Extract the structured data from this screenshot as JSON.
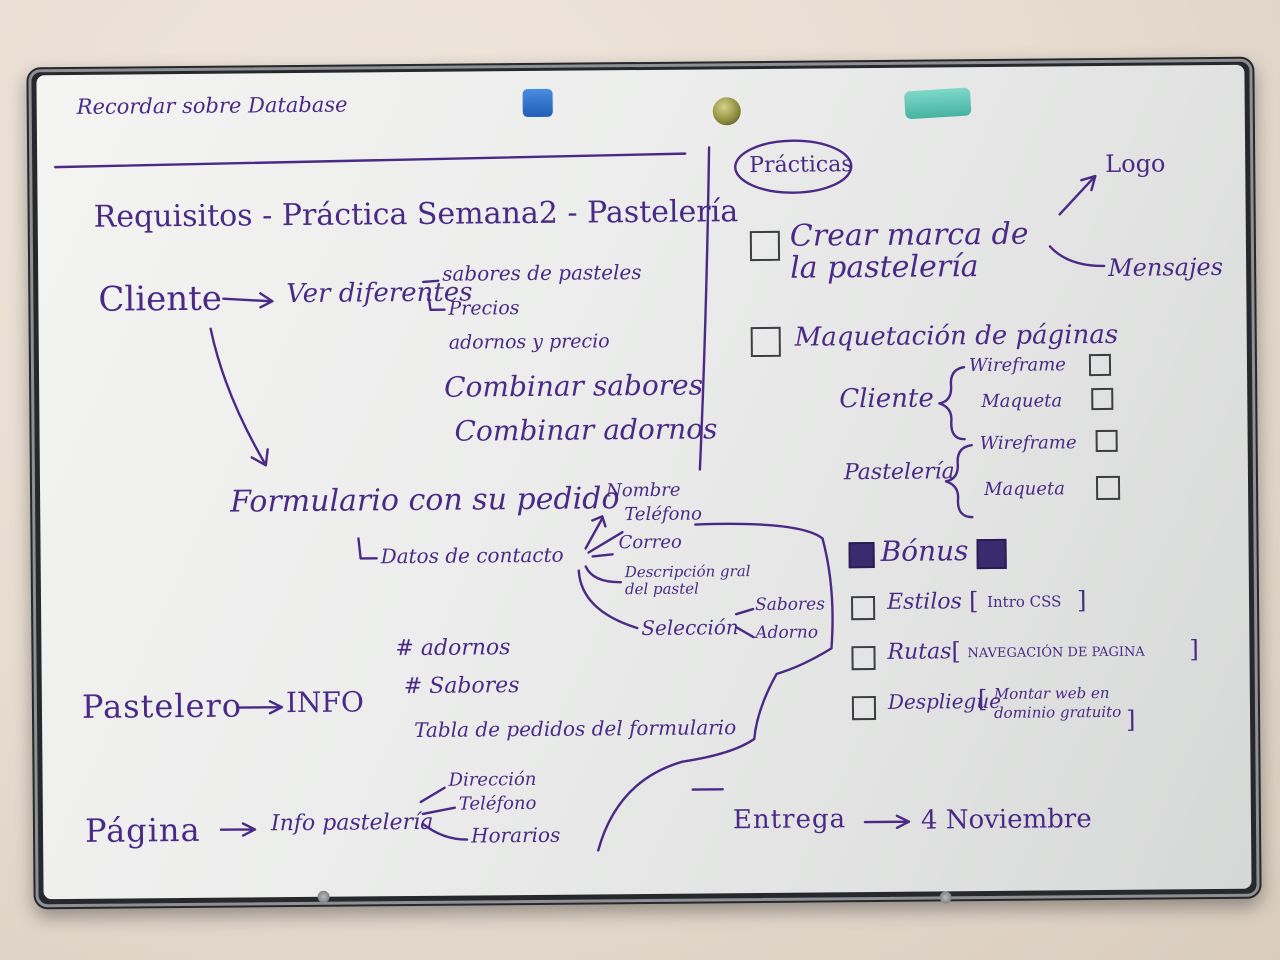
{
  "board": {
    "header_note": "Recordar sobre Database",
    "left": {
      "title": "Requisitos - Práctica Semana2 - Pastelería",
      "cliente": {
        "label": "Cliente",
        "ver": "Ver diferentes",
        "sabores": "sabores de pasteles",
        "precios": "Precios",
        "adornos": "adornos y precio",
        "combinar_sabores": "Combinar sabores",
        "combinar_adornos": "Combinar adornos"
      },
      "formulario": {
        "label": "Formulario con su pedido",
        "datos": "Datos de contacto",
        "nombre": "Nombre",
        "telefono": "Teléfono",
        "correo": "Correo",
        "descripcion": "Descripción gral del pastel",
        "seleccion": "Selección",
        "sel_sabores": "Sabores",
        "sel_adorno": "Adorno"
      },
      "pastelero": {
        "label": "Pastelero",
        "info": "INFO",
        "adornos": "# adornos",
        "sabores": "# Sabores",
        "tabla": "Tabla de pedidos del formulario"
      },
      "pagina": {
        "label": "Página",
        "info": "Info pastelería",
        "direccion": "Dirección",
        "telefono": "Teléfono",
        "horarios": "Horarios"
      }
    },
    "right": {
      "title": "Prácticas",
      "marca": "Crear marca de la pastelería",
      "logo": "Logo",
      "mensajes": "Mensajes",
      "maquetacion": "Maquetación de páginas",
      "cliente": "Cliente",
      "pasteleria": "Pastelería",
      "wireframe": "Wireframe",
      "maqueta": "Maqueta",
      "bonus": "Bónus",
      "estilos": "Estilos",
      "estilos_note": "Intro CSS",
      "rutas": "Rutas",
      "rutas_note": "NAVEGACIÓN DE PAGINA",
      "despliegue": "Despliegue",
      "despliegue_note": "Montar web en dominio gratuito",
      "entrega": "Entrega",
      "fecha": "4 Noviembre"
    }
  },
  "colors": {
    "ink": "#4a2a86",
    "ink_dark": "#3b3f44",
    "frame": "#26282b"
  }
}
